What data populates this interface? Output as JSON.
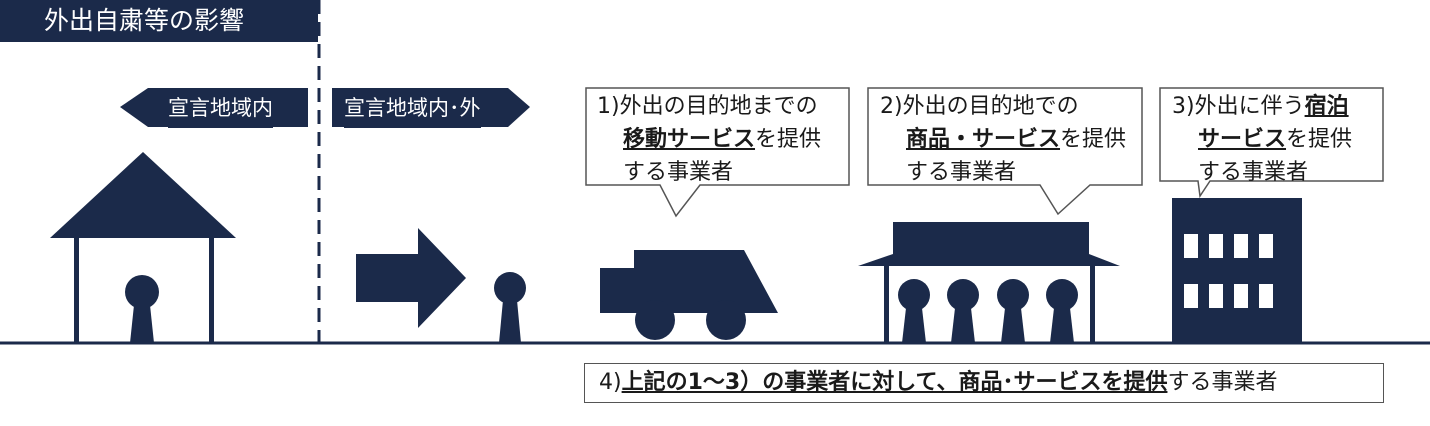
{
  "title": "外出自粛等の影響",
  "labels": {
    "inside": "宣言地域内",
    "inside_outside": "宣言地域内･外"
  },
  "callouts": [
    {
      "line1": "1)外出の目的地までの",
      "line2_bold": "移動サービス",
      "line2_rest": "を提供",
      "line3": "する事業者"
    },
    {
      "line1": "2)外出の目的地での",
      "line2_bold": "商品・サービス",
      "line2_rest": "を提供",
      "line3": "する事業者"
    },
    {
      "line1_plain": "3)外出に伴う",
      "line1_bold": "宿泊",
      "line2_bold": "サービス",
      "line2_rest": "を提供",
      "line3": "する事業者"
    }
  ],
  "bottom": {
    "prefix": "4)",
    "bold": "上記の1～3）の事業者に対して、商品･サービスを提供",
    "suffix": "する事業者"
  },
  "colors": {
    "navy": "#1b2a4a"
  }
}
